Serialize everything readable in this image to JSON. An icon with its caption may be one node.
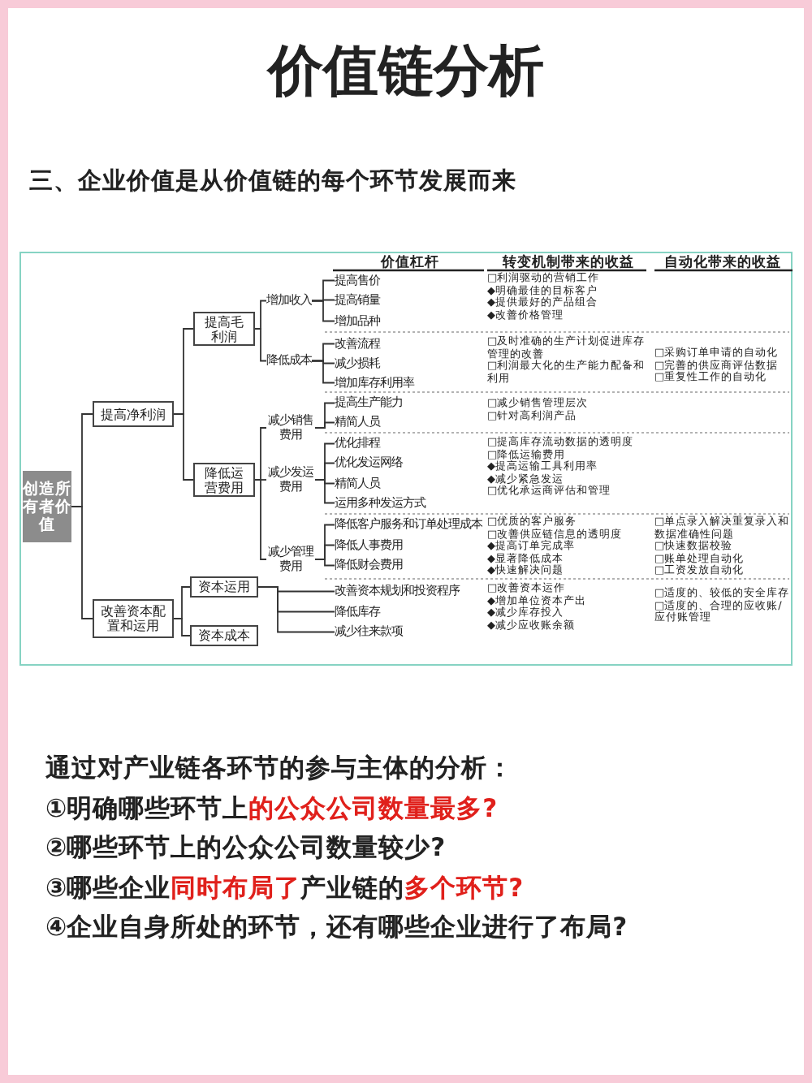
{
  "diagram": {
    "title": "价值链分析",
    "nodes": [
      {
        "text": [
          "创造所有者价值"
        ]
      },
      {
        "text": [
          "提高净利润"
        ]
      },
      {
        "text": [
          "提高毛利润"
        ]
      },
      {
        "text": [
          "增加收入"
        ]
      },
      {
        "text": [
          "提高售价"
        ]
      },
      {
        "text": [
          "提高销量"
        ]
      },
      {
        "text": [
          "增加品种"
        ]
      },
      {
        "text": [
          "降低成本"
        ]
      },
      {
        "text": [
          "改善流程"
        ]
      },
      {
        "text": [
          "减少损耗"
        ]
      },
      {
        "text": [
          "增加库存利用率"
        ]
      },
      {
        "text": [
          "降低运营费用"
        ]
      },
      {
        "text": [
          "减少销售费用"
        ]
      },
      {
        "text": [
          "提高生产能力"
        ]
      },
      {
        "text": [
          "精简人员"
        ]
      },
      {
        "text": [
          "减少发运费用"
        ]
      },
      {
        "text": [
          "优化排程"
        ]
      },
      {
        "text": [
          "优化发运网络"
        ]
      },
      {
        "text": [
          "精简人员"
        ]
      },
      {
        "text": [
          "运用多种发运方式"
        ]
      },
      {
        "text": [
          "减少管理费用"
        ]
      },
      {
        "text": [
          "降低客户服务和订单处理成本"
        ]
      },
      {
        "text": [
          "降低人事费用"
        ]
      },
      {
        "text": [
          "降低财会费用"
        ]
      },
      {
        "text": [
          "改善资本配置和运用"
        ]
      },
      {
        "text": [
          "资本运用"
        ]
      },
      {
        "text": [
          "改善资本规划和投资程序"
        ]
      },
      {
        "text": [
          "降低库存"
        ]
      },
      {
        "text": [
          "减少往来款项"
        ]
      },
      {
        "text": [
          "资本成本"
        ]
      }
    ],
    "edges": [
      {
        "from": 0,
        "to": 1,
        "arrow": "none"
      },
      {
        "from": 0,
        "to": 24,
        "arrow": "none"
      },
      {
        "from": 1,
        "to": 2,
        "arrow": "none"
      },
      {
        "from": 1,
        "to": 11,
        "arrow": "none"
      },
      {
        "from": 2,
        "to": 3,
        "arrow": "none"
      },
      {
        "from": 2,
        "to": 7,
        "arrow": "none"
      },
      {
        "from": 3,
        "to": 4,
        "arrow": "none"
      },
      {
        "from": 3,
        "to": 5,
        "arrow": "none"
      },
      {
        "from": 3,
        "to": 6,
        "arrow": "none"
      },
      {
        "from": 7,
        "to": 8,
        "arrow": "none"
      },
      {
        "from": 7,
        "to": 9,
        "arrow": "none"
      },
      {
        "from": 7,
        "to": 10,
        "arrow": "none"
      },
      {
        "from": 11,
        "to": 12,
        "arrow": "none"
      },
      {
        "from": 11,
        "to": 15,
        "arrow": "none"
      },
      {
        "from": 11,
        "to": 20,
        "arrow": "none"
      },
      {
        "from": 12,
        "to": 13,
        "arrow": "none"
      },
      {
        "from": 12,
        "to": 14,
        "arrow": "none"
      },
      {
        "from": 15,
        "to": 16,
        "arrow": "none"
      },
      {
        "from": 15,
        "to": 17,
        "arrow": "none"
      },
      {
        "from": 15,
        "to": 18,
        "arrow": "none"
      },
      {
        "from": 15,
        "to": 19,
        "arrow": "none"
      },
      {
        "from": 20,
        "to": 21,
        "arrow": "none"
      },
      {
        "from": 20,
        "to": 22,
        "arrow": "none"
      },
      {
        "from": 20,
        "to": 23,
        "arrow": "none"
      },
      {
        "from": 24,
        "to": 25,
        "arrow": "none"
      },
      {
        "from": 24,
        "to": 29,
        "arrow": "none"
      },
      {
        "from": 25,
        "to": 26,
        "arrow": "none"
      },
      {
        "from": 25,
        "to": 27,
        "arrow": "none"
      },
      {
        "from": 25,
        "to": 28,
        "arrow": "none"
      }
    ],
    "labels": [
      "三、企业价值是从价值链的每个环节发展而来",
      "价值杠杆",
      "转变机制带来的收益",
      "自动化带来的收益",
      "□利润驱动的营销工作",
      "◆明确最佳的目标客户",
      "◆提供最好的产品组合",
      "◆改善价格管理",
      "□及时准确的生产计划促进库存管理的改善",
      "□利润最大化的生产能力配备和利用",
      "□采购订单申请的自动化",
      "□完善的供应商评估数据",
      "□重复性工作的自动化",
      "□减少销售管理层次",
      "□针对高利润产品",
      "□提高库存流动数据的透明度",
      "□降低运输费用",
      "◆提高运输工具利用率",
      "◆减少紧急发运",
      "□优化承运商评估和管理",
      "□优质的客户服务",
      "□改善供应链信息的透明度",
      "◆提高订单完成率",
      "◆显著降低成本",
      "◆快速解决问题",
      "□单点录入解决重复录入和数据准确性问题",
      "□快速数据校验",
      "□账单处理自动化",
      "□工资发放自动化",
      "□改善资本运作",
      "◆增加单位资本产出",
      "◆减少库存投入",
      "◆减少应收账余额",
      "□适度的、较低的安全库存",
      "□适度的、合理的应收账/应付账管理",
      "通过对产业链各环节的参与主体的分析：",
      "①明确哪些环节上**的公众公司数量最多?**",
      "②哪些环节上的公众公司数量较少?",
      "③哪些企业**同时布局了**产业链的**多个环节?**",
      "④企业自身所处的环节，还有哪些企业进行了布局?"
    ]
  }
}
